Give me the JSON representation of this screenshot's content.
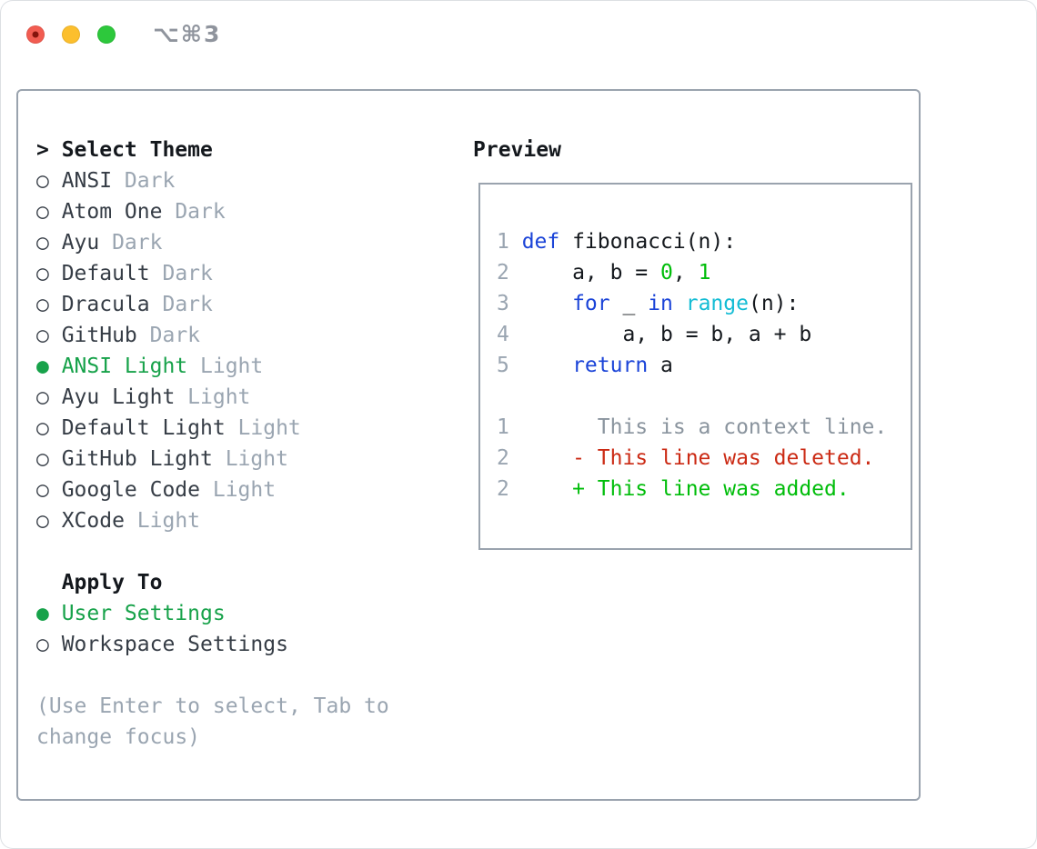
{
  "window": {
    "title": "⌥⌘3",
    "buttons": {
      "close": "close",
      "minimize": "minimize",
      "zoom": "zoom"
    }
  },
  "icons": {
    "radio_selected": "●",
    "radio_unselected": "○",
    "focus_marker": ">"
  },
  "select_theme": {
    "marker": ">",
    "header": "Select Theme",
    "options": [
      {
        "name": "ANSI",
        "tag": "Dark",
        "selected": false
      },
      {
        "name": "Atom One",
        "tag": "Dark",
        "selected": false
      },
      {
        "name": "Ayu",
        "tag": "Dark",
        "selected": false
      },
      {
        "name": "Default",
        "tag": "Dark",
        "selected": false
      },
      {
        "name": "Dracula",
        "tag": "Dark",
        "selected": false
      },
      {
        "name": "GitHub",
        "tag": "Dark",
        "selected": false
      },
      {
        "name": "ANSI Light",
        "tag": "Light",
        "selected": true
      },
      {
        "name": "Ayu Light",
        "tag": "Light",
        "selected": false
      },
      {
        "name": "Default Light",
        "tag": "Light",
        "selected": false
      },
      {
        "name": "GitHub Light",
        "tag": "Light",
        "selected": false
      },
      {
        "name": "Google Code",
        "tag": "Light",
        "selected": false
      },
      {
        "name": "XCode",
        "tag": "Light",
        "selected": false
      }
    ]
  },
  "apply_to": {
    "header": "Apply To",
    "options": [
      {
        "name": "User Settings",
        "selected": true
      },
      {
        "name": "Workspace Settings",
        "selected": false
      }
    ]
  },
  "hint_lines": [
    "(Use Enter to select, Tab to",
    "change focus)"
  ],
  "preview": {
    "header": "Preview",
    "python_lines": [
      {
        "num": "1",
        "segments": [
          {
            "t": "def",
            "c": "keyword"
          },
          {
            "t": " fibonacci(n):",
            "c": "plain"
          }
        ]
      },
      {
        "num": "2",
        "segments": [
          {
            "t": "    a, b = ",
            "c": "plain"
          },
          {
            "t": "0",
            "c": "number"
          },
          {
            "t": ", ",
            "c": "plain"
          },
          {
            "t": "1",
            "c": "number"
          }
        ]
      },
      {
        "num": "3",
        "segments": [
          {
            "t": "    ",
            "c": "plain"
          },
          {
            "t": "for",
            "c": "keyword"
          },
          {
            "t": " _ ",
            "c": "plain"
          },
          {
            "t": "in",
            "c": "keyword"
          },
          {
            "t": " ",
            "c": "plain"
          },
          {
            "t": "range",
            "c": "builtin"
          },
          {
            "t": "(n):",
            "c": "plain"
          }
        ]
      },
      {
        "num": "4",
        "segments": [
          {
            "t": "        a, b = b, a + b",
            "c": "plain"
          }
        ]
      },
      {
        "num": "5",
        "segments": [
          {
            "t": "    ",
            "c": "plain"
          },
          {
            "t": "return",
            "c": "keyword"
          },
          {
            "t": " a",
            "c": "plain"
          }
        ]
      }
    ],
    "diff_lines": [
      {
        "num": "1",
        "segments": [
          {
            "t": "      This is a context line.",
            "c": "context"
          }
        ]
      },
      {
        "num": "2",
        "segments": [
          {
            "t": "    - This line was deleted.",
            "c": "del"
          }
        ]
      },
      {
        "num": "2",
        "segments": [
          {
            "t": "    + This line was added.",
            "c": "add"
          }
        ]
      }
    ]
  },
  "colors": {
    "ink": "#14181d",
    "name": "#363d46",
    "muted": "#9aa5b1",
    "context": "#8a949e",
    "green_ui": "#17a24a",
    "green_code": "#00bd0a",
    "red_code": "#cb2a14",
    "blue_code": "#1b44d8",
    "cyan_code": "#13bcd4",
    "border": "#9aa3ae",
    "title_gray": "#8f949d",
    "light_red": "#f25c51",
    "light_red_dot": "#86140c",
    "light_yellow": "#fcbf2d",
    "light_green": "#2dc83c"
  }
}
